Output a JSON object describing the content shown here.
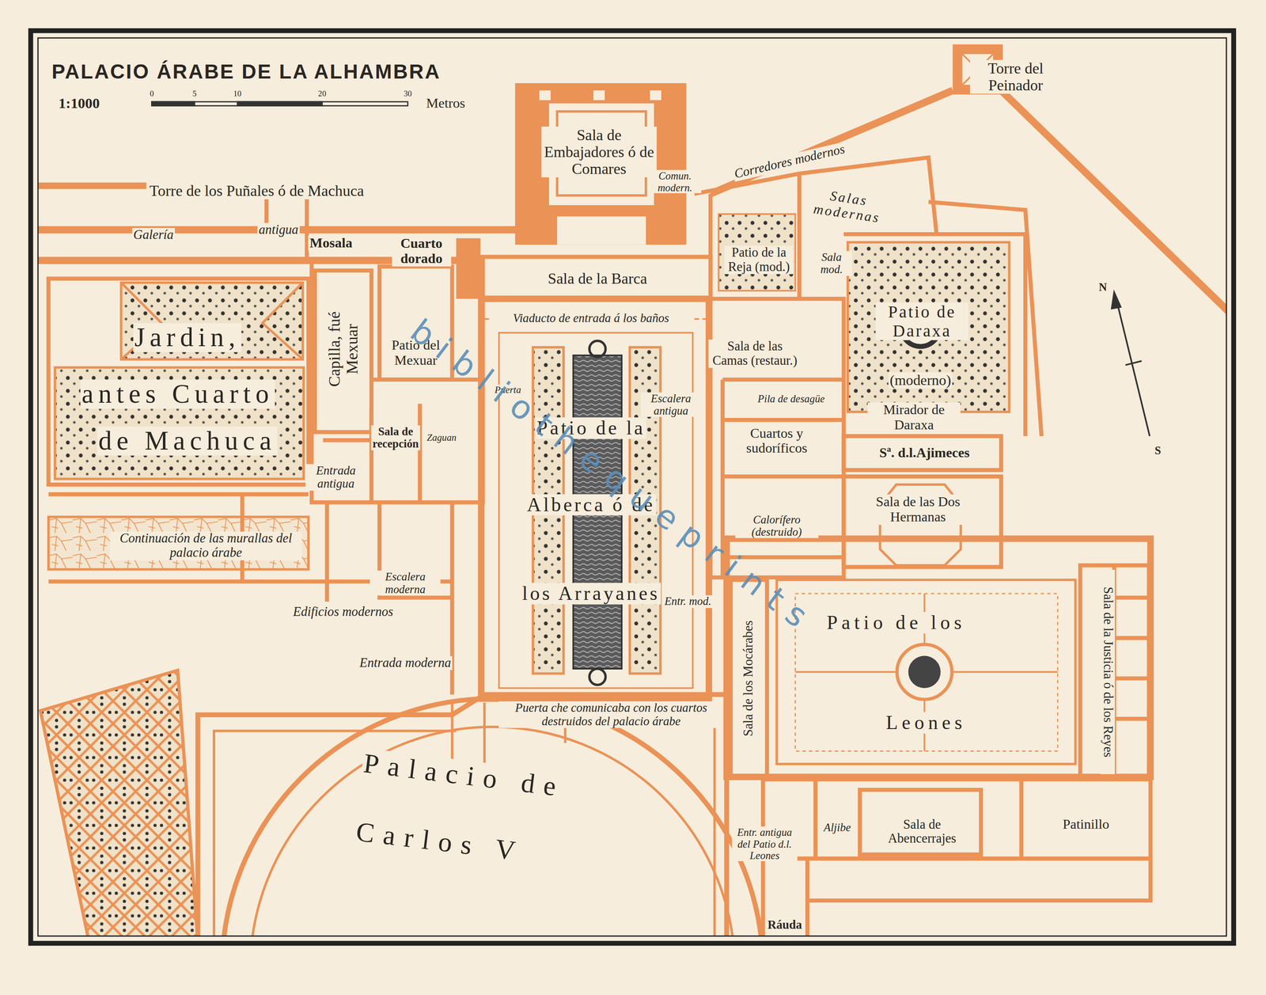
{
  "diagram": {
    "title": "PALACIO ÁRABE DE LA ALHAMBRA",
    "labels": [
      "1:1000",
      "0",
      "5",
      "10",
      "20",
      "30",
      "Metros",
      "Torre del Peinador",
      "Sala de Embajadores ó de Comares",
      "Comun. modern.",
      "Corredores modernos",
      "Salas modernas",
      "Torre de los Puñales ó de Machuca",
      "Galería",
      "antigua",
      "Mosala",
      "Cuarto dorado",
      "Patio de la Reja (mod.)",
      "Sala mod.",
      "Sala de la Barca",
      "Patio de Daraxa",
      "(moderno)",
      "Viaducto de entrada á los baños",
      "Jardin,",
      "antes Cuarto",
      "de Machuca",
      "Capilla, fué Mexuar",
      "Patio del Mexuar",
      "Sala de las Camas (restaur.)",
      "Puerta",
      "Escalera antigua",
      "Pila de desagüe",
      "Mirador de Daraxa",
      "Sala de recepción",
      "Zaguan",
      "Patio de la",
      "Cuartos y sudoríficos",
      "Sª. d.l.Ajimeces",
      "Entrada antigua",
      "Alberca ó de",
      "Sala de las Dos Hermanas",
      "Calorífero (destruido)",
      "Continuación de las murallas del palacio árabe",
      "Escalera moderna",
      "los Arrayanes",
      "Entr. mod.",
      "Edificios modernos",
      "Patio de los",
      "Sala de los Mocárabes",
      "Sala de la Justicia ó de los Reyes",
      "Entrada moderna",
      "Puerta che comunicaba con los cuartos destruidos del palacio árabe",
      "Leones",
      "Palacio de",
      "Entr. antigua del Patio d.l. Leones",
      "Aljibe",
      "Sala de Abencerrajes",
      "Patinillo",
      "Carlos V",
      "Ráuda",
      "N",
      "S",
      "bibliothequeprints"
    ]
  }
}
